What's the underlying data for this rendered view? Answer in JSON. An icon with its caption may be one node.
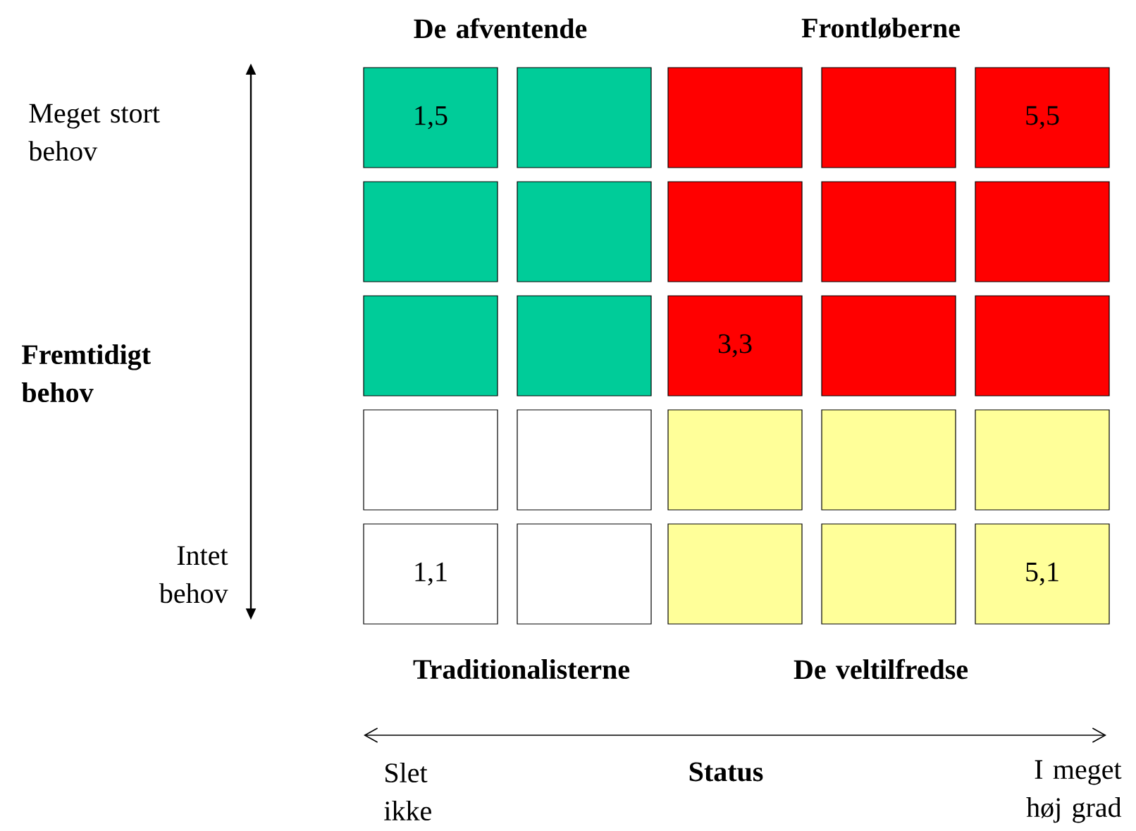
{
  "diagram": {
    "nodes": [
      {
        "text": [
          "1,5"
        ]
      },
      {
        "text": [],
        "shape": "box"
      },
      {
        "text": [],
        "shape": "box"
      },
      {
        "text": [],
        "shape": "box"
      },
      {
        "text": [
          "5,5"
        ]
      },
      {
        "text": [],
        "shape": "box"
      },
      {
        "text": [],
        "shape": "box"
      },
      {
        "text": [],
        "shape": "box"
      },
      {
        "text": [],
        "shape": "box"
      },
      {
        "text": [],
        "shape": "box"
      },
      {
        "text": [],
        "shape": "box"
      },
      {
        "text": [],
        "shape": "box"
      },
      {
        "text": [
          "3,3"
        ]
      },
      {
        "text": [],
        "shape": "box"
      },
      {
        "text": [],
        "shape": "box"
      },
      {
        "text": [],
        "shape": "box"
      },
      {
        "text": [],
        "shape": "box"
      },
      {
        "text": [],
        "shape": "box"
      },
      {
        "text": [],
        "shape": "box"
      },
      {
        "text": [],
        "shape": "box"
      },
      {
        "text": [
          "1,1"
        ]
      },
      {
        "text": [],
        "shape": "box"
      },
      {
        "text": [],
        "shape": "box"
      },
      {
        "text": [],
        "shape": "box"
      },
      {
        "text": [
          "5,1"
        ]
      }
    ],
    "edges": [],
    "labels": [
      "De afventende",
      "Frontløberne",
      "Meget stort behov",
      "Fremtidigt behov",
      "Intet behov",
      "Traditionalisterne",
      "De veltilfredse",
      "Slet ikke",
      "Status",
      "I meget høj grad"
    ]
  }
}
